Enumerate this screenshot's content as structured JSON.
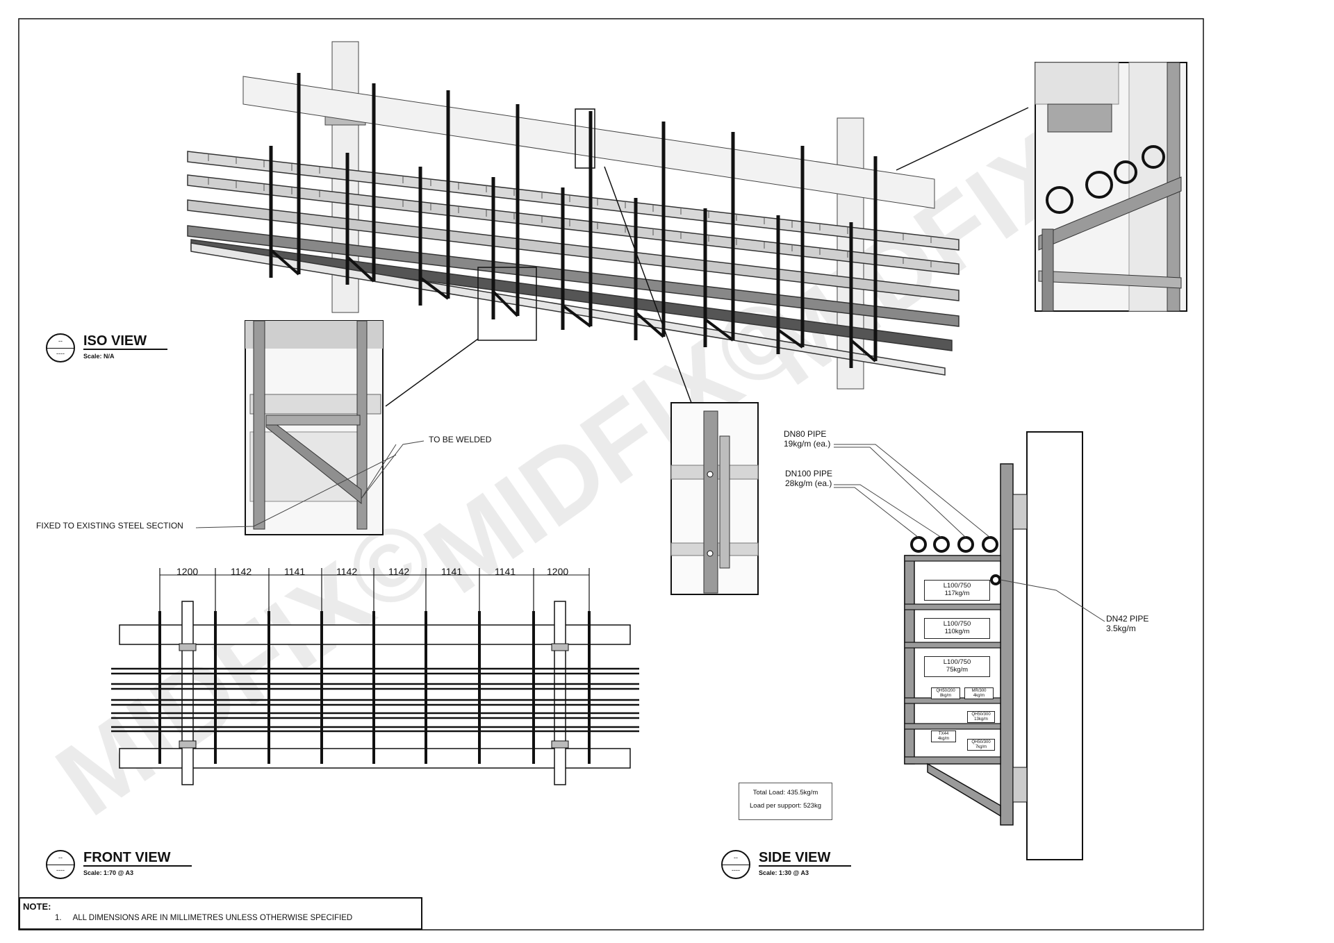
{
  "watermark": "MIDFIX©",
  "views": {
    "iso": {
      "marker_top": "--",
      "marker_bottom": "----",
      "title": "ISO VIEW",
      "scale": "Scale:  N/A"
    },
    "front": {
      "marker_top": "--",
      "marker_bottom": "----",
      "title": "FRONT VIEW",
      "scale": "Scale:  1:70 @ A3"
    },
    "side": {
      "marker_top": "--",
      "marker_bottom": "----",
      "title": "SIDE VIEW",
      "scale": "Scale:  1:30 @ A3"
    }
  },
  "callouts": {
    "welded": "TO BE WELDED",
    "fixed": "FIXED TO EXISTING STEEL SECTION"
  },
  "front_view": {
    "dimensions": [
      "1200",
      "1142",
      "1141",
      "1142",
      "1142",
      "1141",
      "1141",
      "1200"
    ]
  },
  "side_view": {
    "pipes": {
      "dn80_line1": "DN80 PIPE",
      "dn80_line2": "19kg/m (ea.)",
      "dn100_line1": "DN100 PIPE",
      "dn100_line2": "28kg/m (ea.)",
      "dn42_line1": "DN42 PIPE",
      "dn42_line2": "3.5kg/m"
    },
    "trays": [
      {
        "name": "L100/750",
        "load": "117kg/m"
      },
      {
        "name": "L100/750",
        "load": "110kg/m"
      },
      {
        "name": "L100/750",
        "load": "75kg/m"
      }
    ],
    "small_trays": [
      {
        "name": "QH50/200",
        "load": "8kg/m"
      },
      {
        "name": "MR/300",
        "load": "4kg/m"
      },
      {
        "name": "QH50/300",
        "load": "13kg/m"
      },
      {
        "name": "TX44",
        "load": "4kg/m"
      },
      {
        "name": "QH50/300",
        "load": "7kg/m"
      }
    ],
    "total_load": "Total Load: 435.5kg/m",
    "load_per_support": "Load per support: 523kg"
  },
  "note": {
    "heading": "NOTE:",
    "items": [
      {
        "num": "1.",
        "text": "ALL DIMENSIONS ARE IN MILLIMETRES UNLESS OTHERWISE SPECIFIED"
      }
    ]
  }
}
